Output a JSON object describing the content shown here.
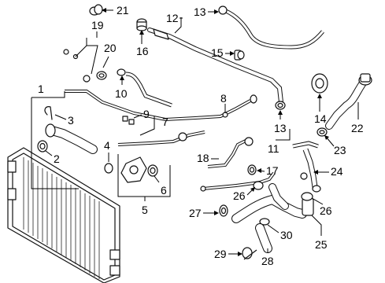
{
  "callouts": [
    "21",
    "19",
    "20",
    "16",
    "12",
    "13",
    "15",
    "10",
    "9",
    "7",
    "8",
    "14",
    "1",
    "3",
    "2",
    "4",
    "6",
    "5",
    "18",
    "17",
    "11",
    "13",
    "22",
    "23",
    "24",
    "26",
    "26",
    "27",
    "30",
    "25",
    "29",
    "28"
  ]
}
